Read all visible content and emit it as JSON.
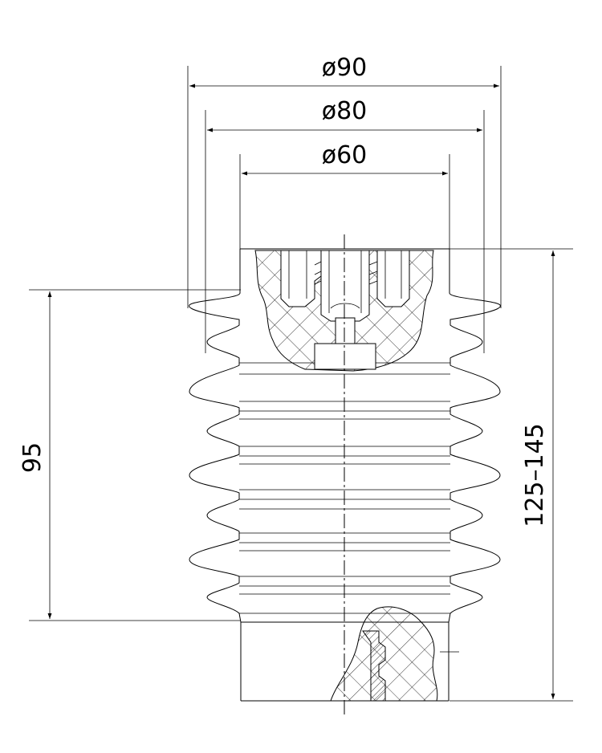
{
  "drawing": {
    "dimensions": {
      "dia_outer": "ø90",
      "dia_mid": "ø80",
      "dia_inner": "ø60",
      "height_left": "95",
      "height_right": "125–145"
    },
    "colors": {
      "line": "#000000",
      "background": "#ffffff"
    }
  }
}
